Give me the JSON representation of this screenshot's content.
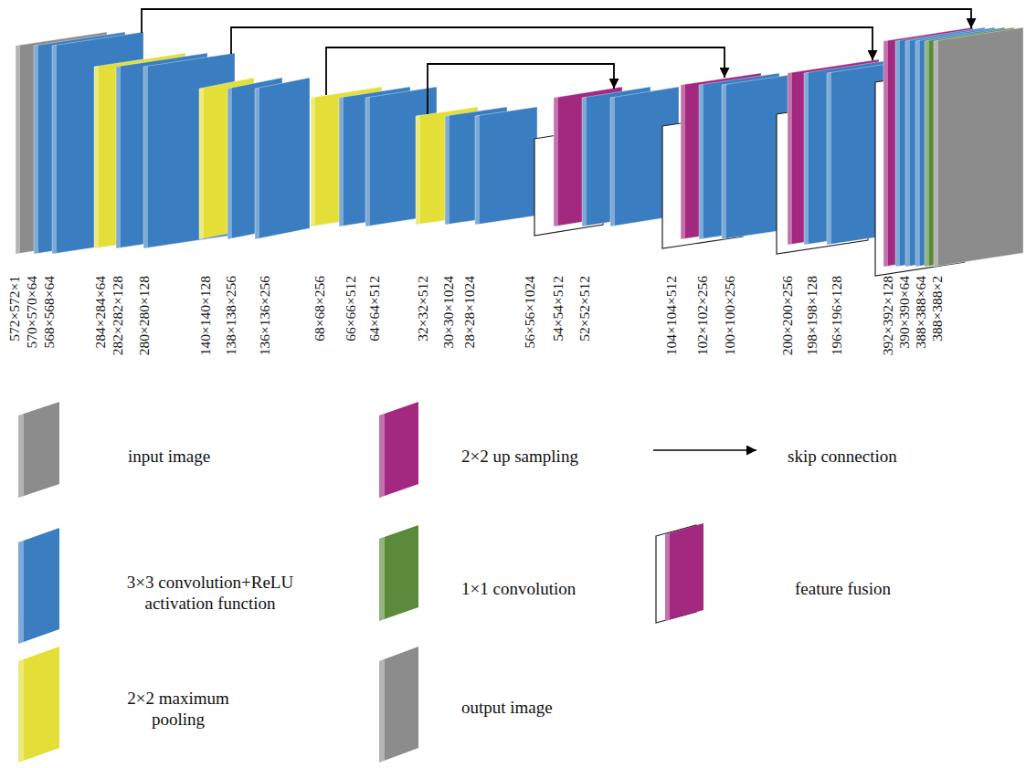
{
  "diagram": {
    "labels": [
      "572×572×1",
      "570×570×64",
      "568×568×64",
      "284×284×64",
      "282×282×128",
      "280×280×128",
      "140×140×128",
      "138×138×256",
      "136×136×256",
      "68×68×256",
      "66×66×512",
      "64×64×512",
      "32×32×512",
      "30×30×1024",
      "28×28×1024",
      "56×56×1024",
      "54×54×512",
      "52×52×512",
      "104×104×512",
      "102×102×256",
      "100×100×256",
      "200×200×256",
      "198×198×128",
      "196×196×128",
      "392×392×128",
      "390×390×64",
      "388×388×64",
      "388×388×2"
    ],
    "legend": [
      {
        "text": "input image",
        "color": "#8c8c8c"
      },
      {
        "text": "2×2 up sampling",
        "color": "#a3287f"
      },
      {
        "text": "skip connection"
      },
      {
        "text": "3×3 convolution+ReLU activation function",
        "color": "#3a7dc0"
      },
      {
        "text": "1×1 convolution",
        "color": "#5b8a3a"
      },
      {
        "text": "feature fusion"
      },
      {
        "text": "2×2 maximum pooling",
        "color": "#e3df38"
      },
      {
        "text": "output image",
        "color": "#8c8c8c"
      }
    ]
  }
}
